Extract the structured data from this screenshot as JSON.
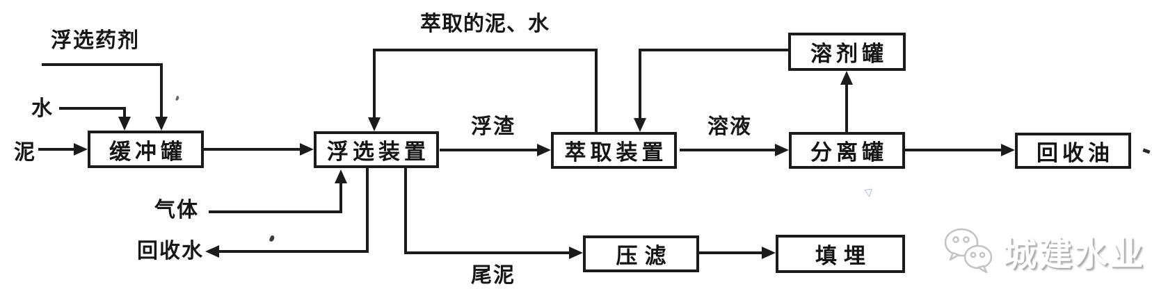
{
  "diagram": {
    "type": "process-flow",
    "title_context": "sludge flotation-extraction oil recovery flow diagram",
    "boxes": {
      "buffer_tank": "缓冲罐",
      "flotation_unit": "浮选装置",
      "extraction_unit": "萃取装置",
      "solvent_tank": "溶剂罐",
      "separation_tank": "分离罐",
      "recovered_oil": "回收油",
      "press_filter": "压滤",
      "landfill": "填埋"
    },
    "stream_labels": {
      "flotation_reagent": "浮选药剂",
      "water": "水",
      "sludge": "泥",
      "extracted_sludge_water": "萃取的泥、水",
      "scum": "浮渣",
      "solution": "溶液",
      "gas": "气体",
      "recovered_water": "回收水",
      "tail_sludge": "尾泥"
    },
    "edges": [
      "浮选药剂 → 缓冲罐",
      "水 → 缓冲罐",
      "泥 → 缓冲罐",
      "缓冲罐 → 浮选装置",
      "浮选装置 →(浮渣)→ 萃取装置",
      "萃取装置 →(萃取的泥、水)→ 浮选装置",
      "溶剂罐 → 萃取装置",
      "萃取装置 →(溶液)→ 分离罐",
      "分离罐 → 溶剂罐",
      "分离罐 → 回收油",
      "气体 → 浮选装置",
      "浮选装置 → 回收水",
      "浮选装置 →(尾泥)→ 压滤",
      "压滤 → 填埋"
    ],
    "watermark": {
      "brand": "城建水业",
      "icon": "wechat-icon"
    },
    "colors": {
      "line": "#1b1b1b",
      "background": "#ffffff",
      "blue_mark": "#9fb2da",
      "watermark_shadow": "#aeaeae"
    },
    "blue_mark_glyph": "▽"
  }
}
